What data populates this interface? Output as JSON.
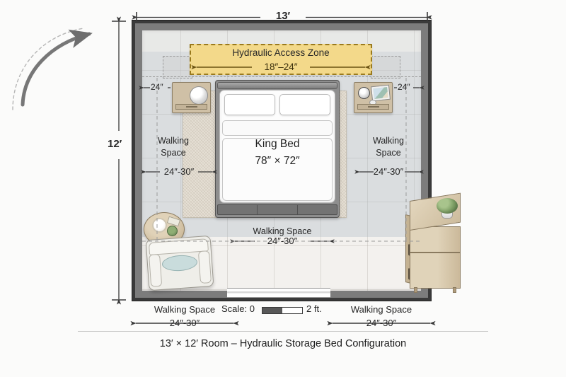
{
  "caption": "13′ × 12′ Room – Hydraulic Storage Bed Configuration",
  "dimensions": {
    "room_width": "13′",
    "room_height": "12′"
  },
  "hydraulic_zone": {
    "title": "Hydraulic Access Zone",
    "clearance": "18″–24″",
    "fill_color": "#f3d98a",
    "border_color": "#9a7a1e"
  },
  "bed": {
    "label": "King Bed",
    "size": "78″ × 72″"
  },
  "nightstands": {
    "left_clearance": "24″",
    "right_clearance": "24″"
  },
  "clearances": {
    "left": {
      "title_line1": "Walking",
      "title_line2": "Space",
      "value": "24″-30″"
    },
    "right": {
      "title_line1": "Walking",
      "title_line2": "Space",
      "value": "24″-30″"
    },
    "bottom_interior": {
      "title": "Walking Space",
      "value": "24″-30″"
    },
    "bottom_left": {
      "title": "Walking Space",
      "value": "24″-30″"
    },
    "bottom_right": {
      "title": "Walking Space",
      "value": "24″-30″"
    }
  },
  "scale": {
    "prefix": "Scale: 0",
    "suffix": "2 ft."
  },
  "colors": {
    "wall": "#7c7c7c",
    "floor": "#f3f1ee",
    "rug": "#e6e0d5",
    "circulation": "#abb5c0",
    "furniture_wood": "#cfc0a6"
  }
}
